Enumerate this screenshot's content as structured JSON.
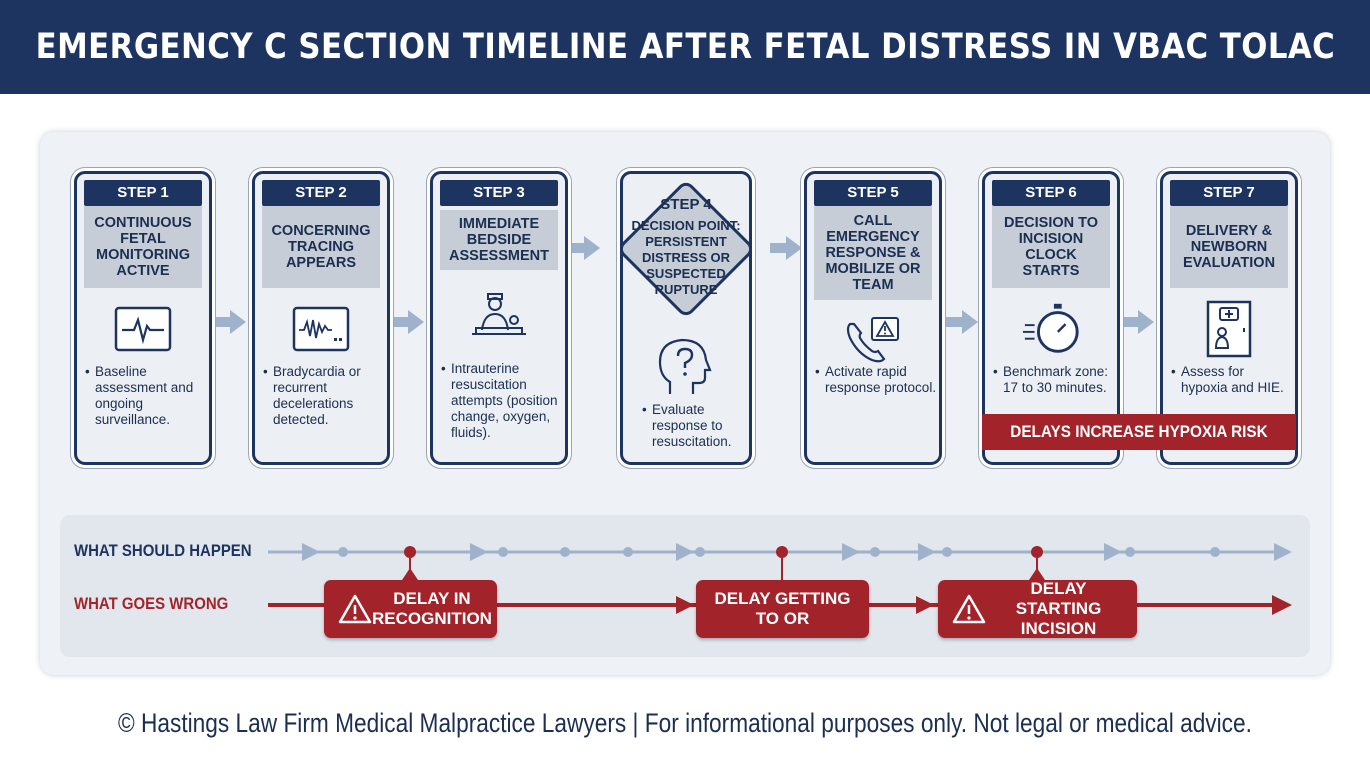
{
  "header": {
    "title": "EMERGENCY C SECTION TIMELINE AFTER FETAL DISTRESS IN VBAC TOLAC"
  },
  "steps": [
    {
      "label": "STEP 1",
      "title": "CONTINUOUS FETAL MONITORING ACTIVE",
      "desc": "Baseline assessment and ongoing surveillance.",
      "icon": "heart-monitor-icon"
    },
    {
      "label": "STEP 2",
      "title": "CONCERNING TRACING APPEARS",
      "desc": "Bradycardia or recurrent decelerations detected.",
      "icon": "fetal-tracing-icon"
    },
    {
      "label": "STEP 3",
      "title": "IMMEDIATE BEDSIDE ASSESSMENT",
      "desc": "Intrauterine resuscitation attempts (position change, oxygen, fluids).",
      "icon": "nurse-patient-icon"
    },
    {
      "label": "STEP 4",
      "title": "DECISION POINT: PERSISTENT DISTRESS OR SUSPECTED RUPTURE",
      "desc": "Evaluate response to resuscitation.",
      "icon": "head-question-icon"
    },
    {
      "label": "STEP 5",
      "title": "CALL EMERGENCY RESPONSE & MOBILIZE OR TEAM",
      "desc": "Activate rapid response protocol.",
      "icon": "phone-alert-icon"
    },
    {
      "label": "STEP 6",
      "title": "DECISION TO INCISION CLOCK STARTS",
      "desc": "Benchmark zone: 17 to 30 minutes.",
      "icon": "stopwatch-icon"
    },
    {
      "label": "STEP 7",
      "title": "DELIVERY & NEWBORN EVALUATION",
      "desc": "Assess for hypoxia and HIE.",
      "icon": "newborn-room-icon"
    }
  ],
  "warning_banner": "DELAYS INCREASE HYPOXIA RISK",
  "timeline": {
    "should_label": "WHAT SHOULD HAPPEN",
    "wrong_label": "WHAT GOES WRONG",
    "delays": [
      {
        "line1": "DELAY IN",
        "line2": "RECOGNITION"
      },
      {
        "line1": "DELAY GETTING",
        "line2": "TO OR"
      },
      {
        "line1": "DELAY STARTING",
        "line2": "INCISION"
      }
    ]
  },
  "colors": {
    "navy": "#1e3460",
    "red": "#a3232b",
    "arrow": "#9fb2cc",
    "card_bg": "#eceff3",
    "title_bg": "#c7cdd6"
  },
  "footer": "© Hastings Law Firm Medical Malpractice Lawyers | For informational purposes only. Not legal or medical advice."
}
